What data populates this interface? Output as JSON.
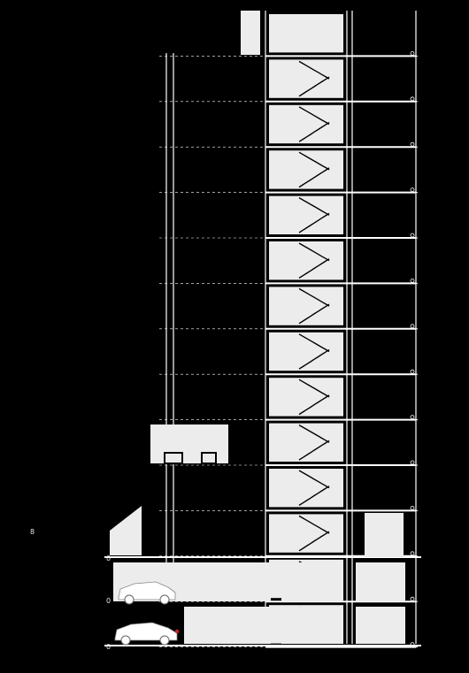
{
  "drawing": {
    "kind": "building-section",
    "floors": 14,
    "underground_levels": 2,
    "side_label": "8",
    "basement_marks": [
      "0",
      "0",
      "0"
    ],
    "colors": {
      "background": "#000000",
      "fill": "#ececec",
      "line": "#ffffff",
      "accent": "#cc2222"
    }
  }
}
